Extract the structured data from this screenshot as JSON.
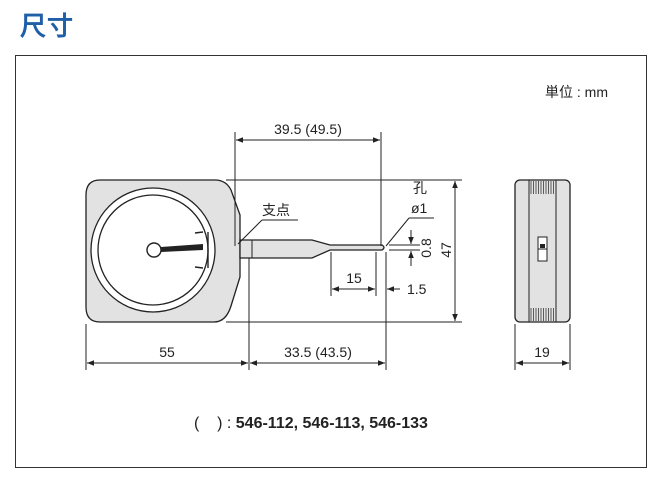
{
  "title": "尺寸",
  "unit_label": "単位 : mm",
  "dimensions": {
    "overall_span": "39.5 (49.5)",
    "hole_label": "孔",
    "hole_diameter": "ø1",
    "fulcrum_label": "支点",
    "tip_width": "0.8",
    "height": "47",
    "lever_length": "15",
    "tip_length": "1.5",
    "body_width": "55",
    "arm_length": "33.5 (43.5)",
    "thickness": "19"
  },
  "footnote": {
    "paren": "(    )",
    "sep": " : ",
    "models": "546-112, 546-113, 546-133"
  },
  "colors": {
    "title": "#1f5fa8",
    "body_fill": "#e2e2e2",
    "line": "#222222"
  }
}
